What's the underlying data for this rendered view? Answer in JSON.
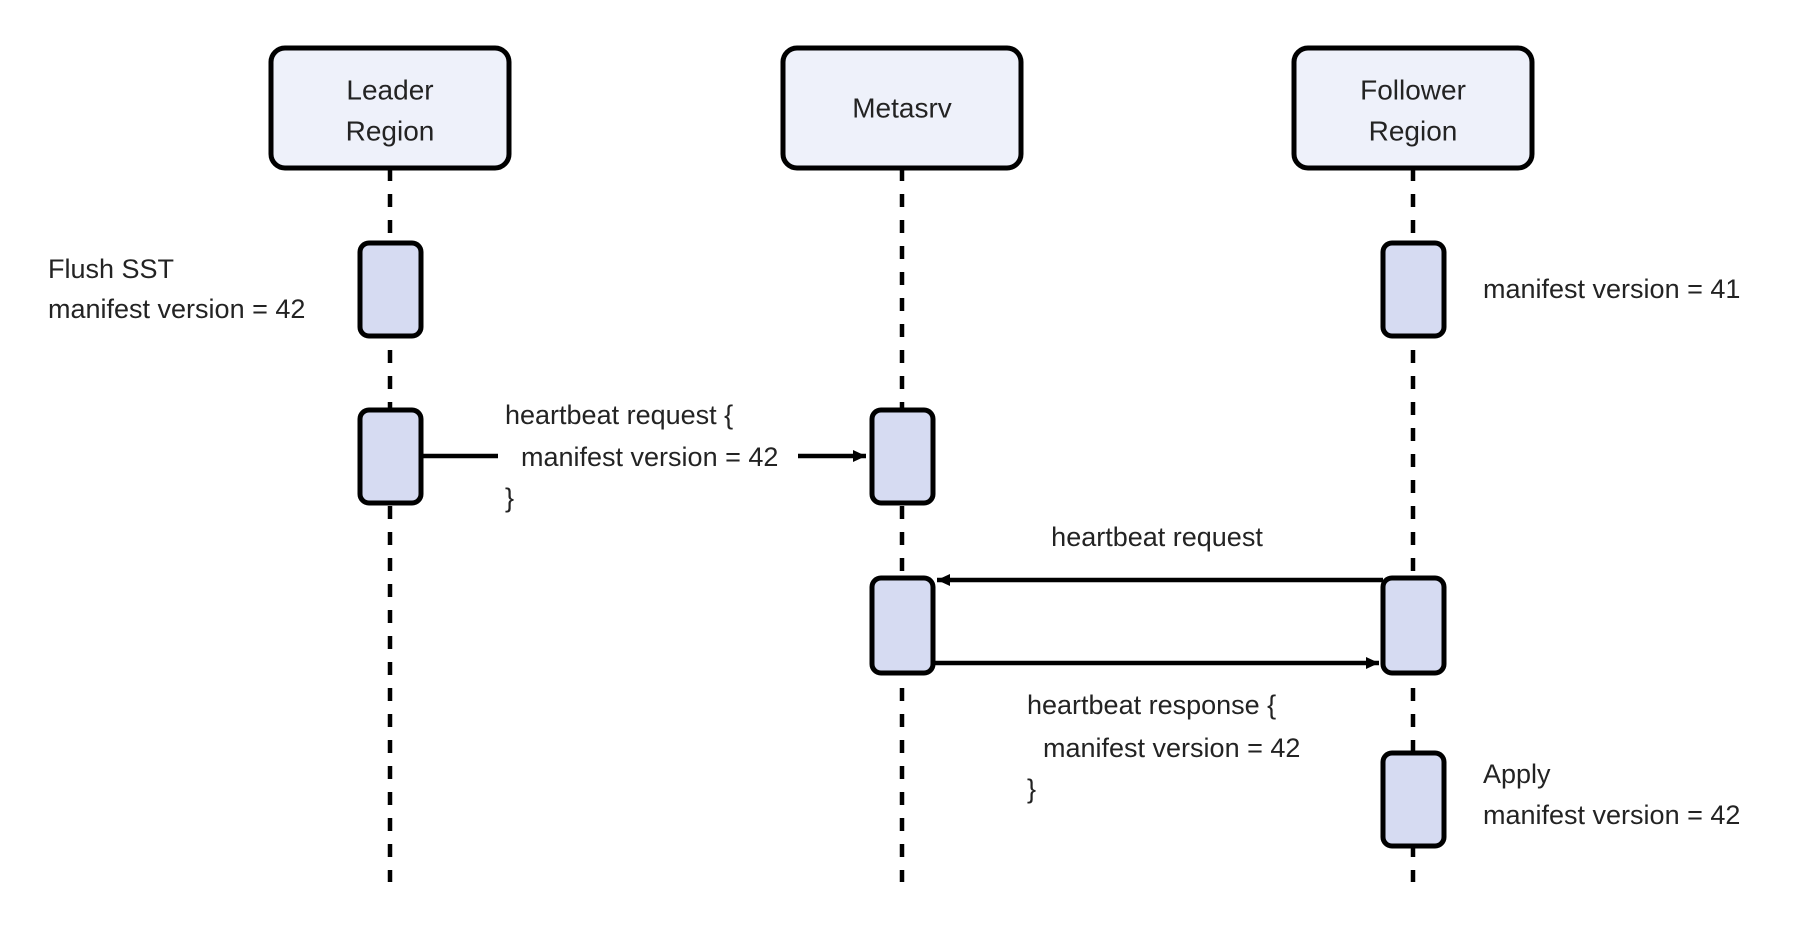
{
  "diagram": {
    "type": "sequence-diagram",
    "title": "",
    "background_color": "#ffffff",
    "colors": {
      "participant_fill": "#eef1fa",
      "activation_fill": "#d6dbf2",
      "stroke": "#000000",
      "text": "#232323"
    },
    "participants": [
      {
        "id": "leader",
        "label_line1": "Leader",
        "label_line2": "Region"
      },
      {
        "id": "metasrv",
        "label_line1": "Metasrv",
        "label_line2": ""
      },
      {
        "id": "follower",
        "label_line1": "Follower",
        "label_line2": "Region"
      }
    ],
    "notes": [
      {
        "id": "note-flush",
        "line1": "Flush SST",
        "line2": "manifest version = 42"
      },
      {
        "id": "note-follower-version",
        "line1": "manifest version = 41",
        "line2": ""
      },
      {
        "id": "note-apply",
        "line1": "Apply",
        "line2": "manifest version = 42"
      }
    ],
    "messages": [
      {
        "id": "msg-heartbeat-request-leader",
        "from": "leader",
        "to": "metasrv",
        "direction": "right",
        "line1": "heartbeat request {",
        "line2": "manifest version = 42",
        "line3": "}"
      },
      {
        "id": "msg-heartbeat-request-follower",
        "from": "follower",
        "to": "metasrv",
        "direction": "left",
        "line1": "heartbeat request",
        "line2": "",
        "line3": ""
      },
      {
        "id": "msg-heartbeat-response",
        "from": "metasrv",
        "to": "follower",
        "direction": "right",
        "line1": "heartbeat response {",
        "line2": "manifest version = 42",
        "line3": "}"
      }
    ]
  }
}
